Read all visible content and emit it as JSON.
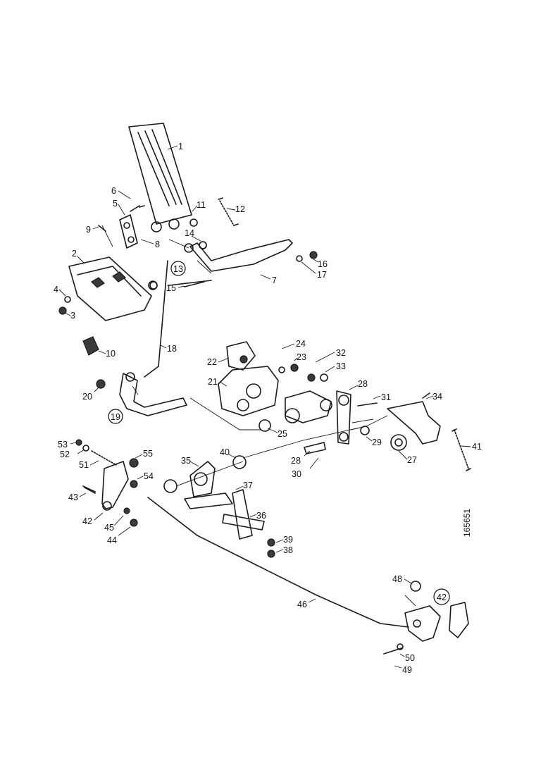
{
  "drawing_ref": "165651",
  "callouts": [
    {
      "id": "c1",
      "label": "1"
    },
    {
      "id": "c2",
      "label": "2"
    },
    {
      "id": "c3",
      "label": "3"
    },
    {
      "id": "c4",
      "label": "4"
    },
    {
      "id": "c5",
      "label": "5"
    },
    {
      "id": "c6",
      "label": "6"
    },
    {
      "id": "c7",
      "label": "7"
    },
    {
      "id": "c8",
      "label": "8"
    },
    {
      "id": "c9",
      "label": "9"
    },
    {
      "id": "c10",
      "label": "10"
    },
    {
      "id": "c11",
      "label": "11"
    },
    {
      "id": "c12",
      "label": "12"
    },
    {
      "id": "c13",
      "label": "13"
    },
    {
      "id": "c14",
      "label": "14"
    },
    {
      "id": "c15",
      "label": "15"
    },
    {
      "id": "c16",
      "label": "16"
    },
    {
      "id": "c17",
      "label": "17"
    },
    {
      "id": "c18",
      "label": "18"
    },
    {
      "id": "c19",
      "label": "19"
    },
    {
      "id": "c20",
      "label": "20"
    },
    {
      "id": "c21",
      "label": "21"
    },
    {
      "id": "c22",
      "label": "22"
    },
    {
      "id": "c23",
      "label": "23"
    },
    {
      "id": "c24",
      "label": "24"
    },
    {
      "id": "c25",
      "label": "25"
    },
    {
      "id": "c27",
      "label": "27"
    },
    {
      "id": "c28",
      "label": "28"
    },
    {
      "id": "c28b",
      "label": "28"
    },
    {
      "id": "c29",
      "label": "29"
    },
    {
      "id": "c30",
      "label": "30"
    },
    {
      "id": "c31",
      "label": "31"
    },
    {
      "id": "c32",
      "label": "32"
    },
    {
      "id": "c33",
      "label": "33"
    },
    {
      "id": "c34",
      "label": "34"
    },
    {
      "id": "c35",
      "label": "35"
    },
    {
      "id": "c36",
      "label": "36"
    },
    {
      "id": "c37",
      "label": "37"
    },
    {
      "id": "c38",
      "label": "38"
    },
    {
      "id": "c39",
      "label": "39"
    },
    {
      "id": "c40",
      "label": "40"
    },
    {
      "id": "c41",
      "label": "41"
    },
    {
      "id": "c42",
      "label": "42"
    },
    {
      "id": "c42b",
      "label": "42"
    },
    {
      "id": "c43",
      "label": "43"
    },
    {
      "id": "c44",
      "label": "44"
    },
    {
      "id": "c45",
      "label": "45"
    },
    {
      "id": "c46",
      "label": "46"
    },
    {
      "id": "c48",
      "label": "48"
    },
    {
      "id": "c49",
      "label": "49"
    },
    {
      "id": "c50",
      "label": "50"
    },
    {
      "id": "c51",
      "label": "51"
    },
    {
      "id": "c52",
      "label": "52"
    },
    {
      "id": "c53",
      "label": "53"
    },
    {
      "id": "c54",
      "label": "54"
    },
    {
      "id": "c55",
      "label": "55"
    }
  ]
}
